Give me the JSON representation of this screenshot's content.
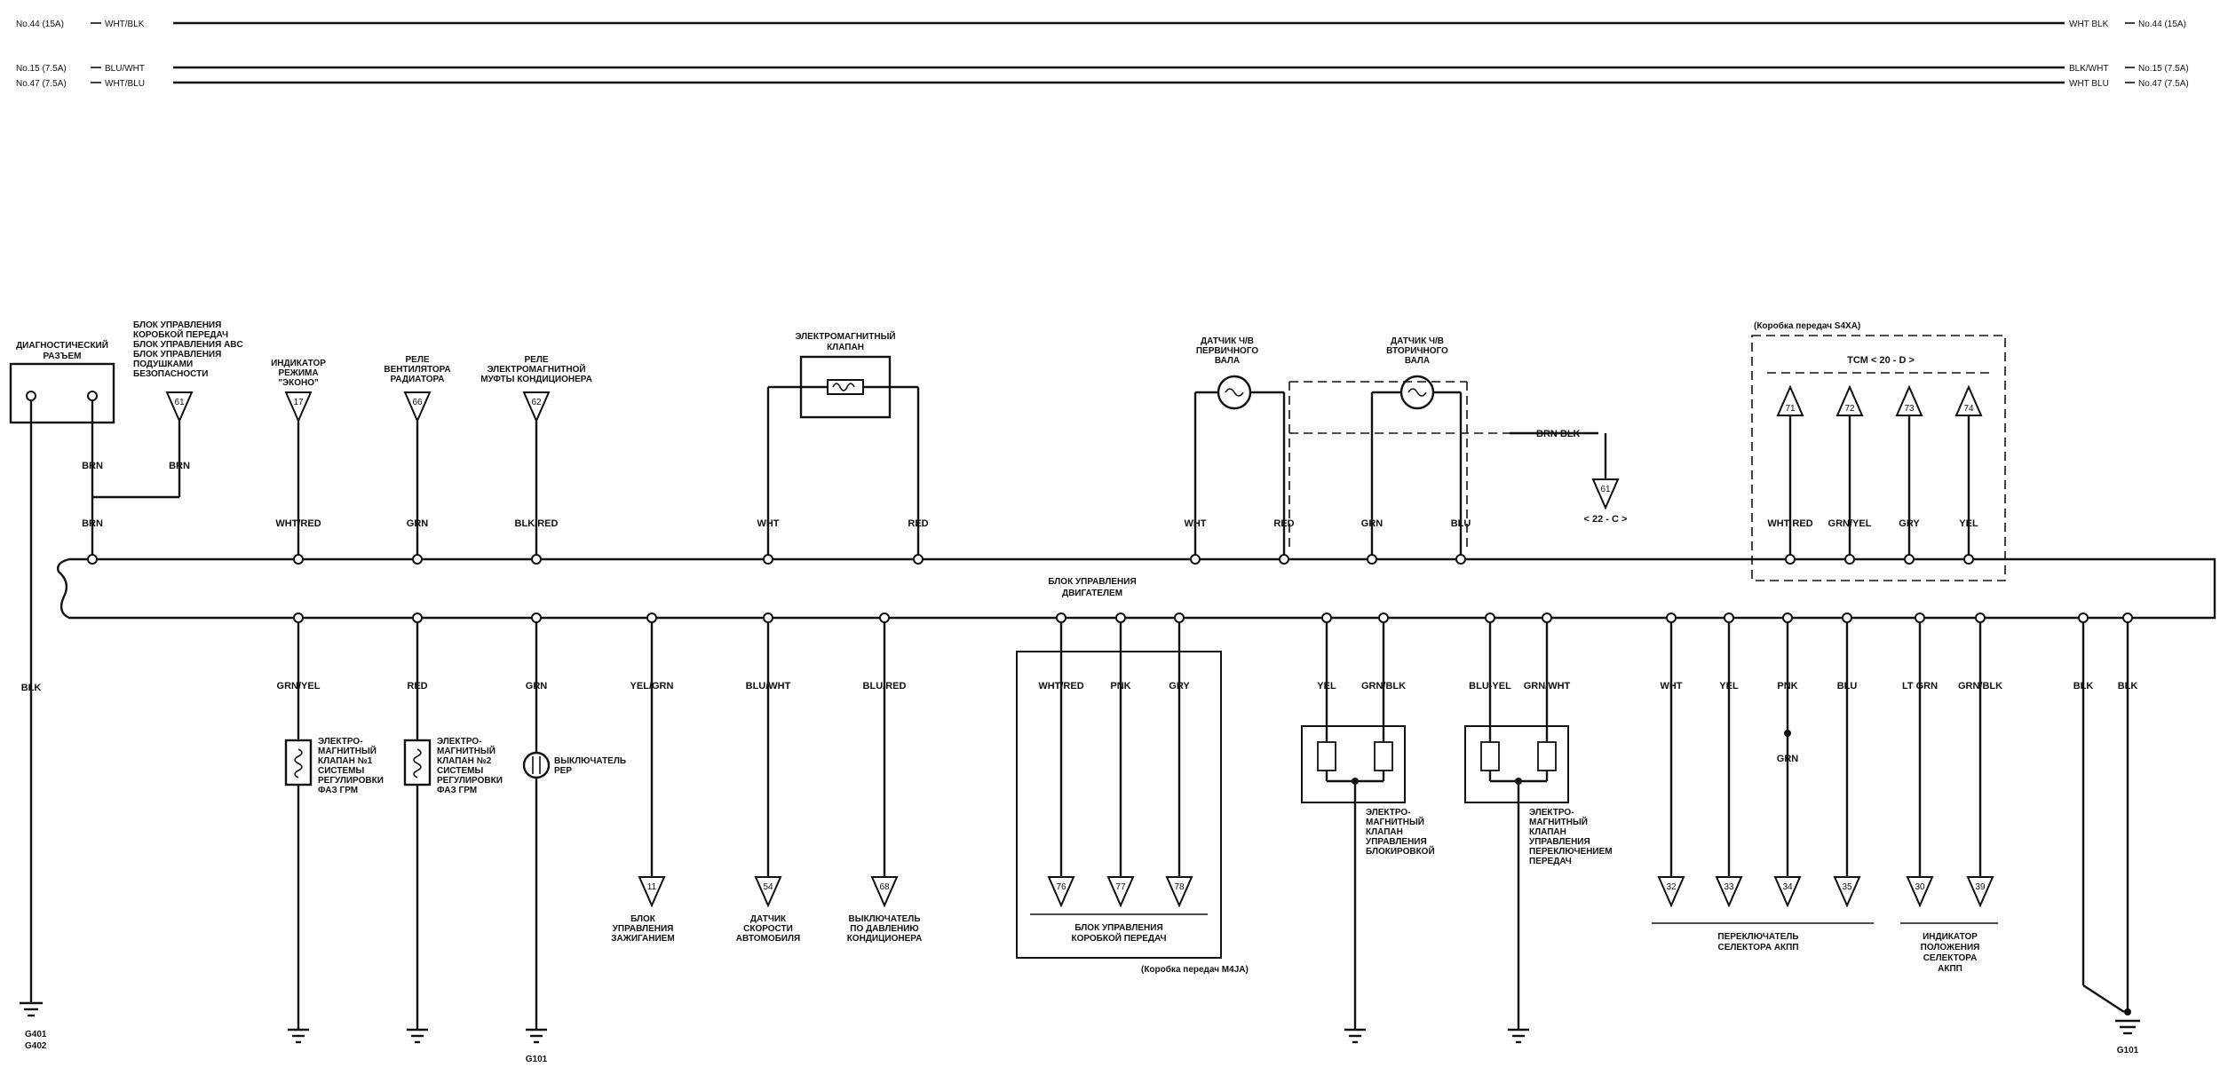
{
  "power": {
    "no44_left": "No.44 (15A)",
    "no44_left_wire": "WHT/BLK",
    "no44_right_wire": "WHT BLK",
    "no44_right": "No.44 (15A)",
    "no15_left": "No.15 (7.5A)",
    "no15_left_wire": "BLU/WHT",
    "no15_right_wire": "BLK/WHT",
    "no15_right": "No.15 (7.5A)",
    "no47_left": "No.47 (7.5A)",
    "no47_left_wire": "WHT/BLU",
    "no47_right_wire": "WHT BLU",
    "no47_right": "No.47 (7.5A)"
  },
  "ecm": {
    "line1": "БЛОК УПРАВЛЕНИЯ",
    "line2": "ДВИГАТЕЛЕМ"
  },
  "top": {
    "diag": [
      "ДИАГНОСТИЧЕСКИЙ",
      "РАЗЪЕМ"
    ],
    "tcm_blocks": [
      "БЛОК УПРАВЛЕНИЯ",
      "КОРОБКОЙ ПЕРЕДАЧ",
      "БЛОК УПРАВЛЕНИЯ ABC",
      "БЛОК УПРАВЛЕНИЯ",
      "ПОДУШКАМИ",
      "БЕЗОПАСНОСТИ"
    ],
    "pin_61": "61",
    "econo": [
      "ИНДИКАТОР",
      "РЕЖИМА",
      "\"ЭКОНО\""
    ],
    "pin_17": "17",
    "fan_relay": [
      "РЕЛЕ",
      "ВЕНТИЛЯТОРА",
      "РАДИАТОРА"
    ],
    "pin_66": "66",
    "ac_relay": [
      "РЕЛЕ",
      "ЭЛЕКТРОМАГНИТНОЙ",
      "МУФТЫ КОНДИЦИОНЕРА"
    ],
    "pin_62": "62",
    "solenoid": [
      "ЭЛЕКТРОМАГНИТНЫЙ",
      "КЛАПАН"
    ],
    "primary": [
      "ДАТЧИК Ч/В",
      "ПЕРВИЧНОГО",
      "ВАЛА"
    ],
    "secondary": [
      "ДАТЧИК Ч/В",
      "ВТОРИЧНОГО",
      "ВАЛА"
    ],
    "brn_blk": "BRN BLK",
    "pin_g1": "61",
    "ref": "< 22 - C >",
    "s4xa": "(Коробка передач S4XA)",
    "tcm": "TCM < 20 - D >",
    "tcm_pins": [
      "71",
      "72",
      "73",
      "74"
    ]
  },
  "top_wires": {
    "diag_brn": "BRN",
    "brn_a": "BRN",
    "brn_b": "BRN",
    "wht_red": "WHT/RED",
    "grn": "GRN",
    "blk_red": "BLK/RED",
    "sol_wht": "WHT",
    "sol_red": "RED",
    "pr_wht": "WHT",
    "pr_red": "RED",
    "sec_grn": "GRN",
    "sec_blu": "BLU",
    "tcm_wht_red": "WHT RED",
    "tcm_grn_yel": "GRN/YEL",
    "tcm_gry": "GRY",
    "tcm_yel": "YEL"
  },
  "bottom_wires": {
    "blk": "BLK",
    "grn_yel": "GRN/YEL",
    "red": "RED",
    "grn": "GRN",
    "yel_grn": "YEL/GRN",
    "blu_wht": "BLU/WHT",
    "blu_red": "BLU/RED",
    "m_wht_red": "WHT/RED",
    "m_pnk": "PNK",
    "m_gry": "GRY",
    "lk_yel": "YEL",
    "lk_grn_blk": "GRN/BLK",
    "sh_blu_yel": "BLU-YEL",
    "sh_grn_wht": "GRN/WHT",
    "sw_wht": "WHT",
    "sw_yel": "YEL",
    "sw_pnk": "PNK",
    "sw_grn": "GRN",
    "sw_blu": "BLU",
    "ind_lt_grn": "LT GRN",
    "ind_grn_blk": "GRN/BLK",
    "g_blk1": "BLK",
    "g_blk2": "BLK"
  },
  "bottom": {
    "vtc1": [
      "ЭЛЕКТРО-",
      "МАГНИТНЫЙ",
      "КЛАПАН №1",
      "СИСТЕМЫ",
      "РЕГУЛИРОВКИ",
      "ФАЗ ГРМ"
    ],
    "vtc2": [
      "ЭЛЕКТРО-",
      "МАГНИТНЫЙ",
      "КЛАПАН №2",
      "СИСТЕМЫ",
      "РЕГУЛИРОВКИ",
      "ФАЗ ГРМ"
    ],
    "brake": [
      "ВЫКЛЮЧАТЕЛЬ",
      "РЕР"
    ],
    "ign": [
      "БЛОК",
      "УПРАВЛЕНИЯ",
      "ЗАЖИГАНИЕМ"
    ],
    "pin_11": "11",
    "speed": [
      "ДАТЧИК",
      "СКОРОСТИ",
      "АВТОМОБИЛЯ"
    ],
    "pin_54": "54",
    "ps": [
      "ВЫКЛЮЧАТЕЛЬ",
      "ПО ДАВЛЕНИЮ",
      "КОНДИЦИОНЕРА"
    ],
    "pin_68": "68",
    "mtcm": [
      "БЛОК УПРАВЛЕНИЯ",
      "КОРОБКОЙ ПЕРЕДАЧ"
    ],
    "mtcm_pins": [
      "76",
      "77",
      "78"
    ],
    "m4ja": "(Коробка передач M4JA)",
    "lockup": [
      "ЭЛЕКТРО-",
      "МАГНИТНЫЙ",
      "КЛАПАН",
      "УПРАВЛЕНИЯ",
      "БЛОКИРОВКОЙ"
    ],
    "shift": [
      "ЭЛЕКТРО-",
      "МАГНИТНЫЙ",
      "КЛАПАН",
      "УПРАВЛЕНИЯ",
      "ПЕРЕКЛЮЧЕНИЕМ",
      "ПЕРЕДАЧ"
    ],
    "sw_pins": [
      "32",
      "33",
      "34",
      "35"
    ],
    "selector": [
      "ПЕРЕКЛЮЧАТЕЛЬ",
      "СЕЛЕКТОРА АКПП"
    ],
    "ind_pins": [
      "30",
      "39"
    ],
    "indicator": [
      "ИНДИКАТОР",
      "ПОЛОЖЕНИЯ",
      "СЕЛЕКТОРА",
      "АКПП"
    ],
    "g401": "G401",
    "g402": "G402",
    "g101_left": "G101",
    "g101_right": "G101"
  }
}
